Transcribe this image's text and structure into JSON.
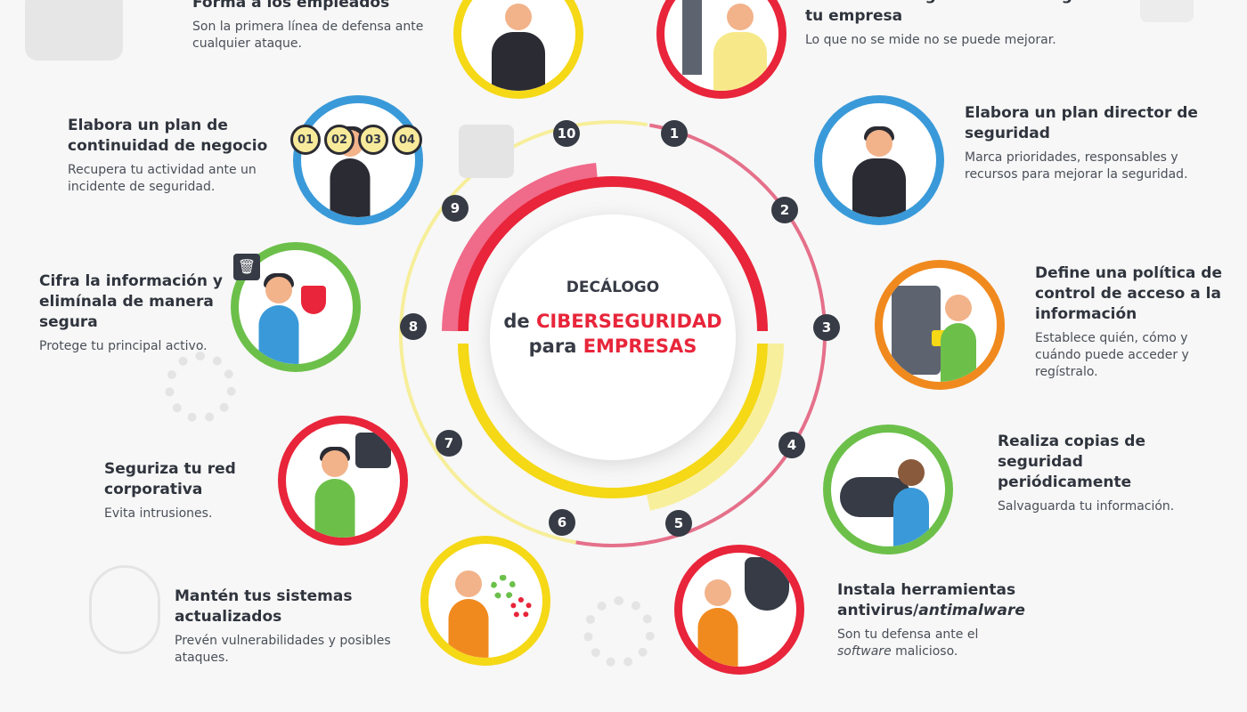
{
  "center": {
    "title": "DECÁLOGO",
    "line2_prefix": "de",
    "line2_highlight": "CIBERSEGURIDAD",
    "line3_prefix": "para",
    "line3_highlight": "EMPRESAS"
  },
  "colors": {
    "red": "#e8253a",
    "yellow": "#f5d816",
    "blue": "#3a9ad9",
    "green": "#6cc04a",
    "orange": "#f08a1e",
    "dark": "#363b45",
    "pink": "#f06a8a"
  },
  "items": [
    {
      "number": "1",
      "title": "Realiza un diagnóstico de riesgos de tu empresa",
      "text": "Lo que no se mide no se puede mejorar.",
      "ring": "red"
    },
    {
      "number": "2",
      "title": "Elabora un plan director de seguridad",
      "text": "Marca prioridades, responsables y recursos para mejorar la seguridad.",
      "ring": "blue"
    },
    {
      "number": "3",
      "title": "Define una política de control de acceso a la información",
      "text": "Establece quién, cómo y cuándo puede acceder y regístralo.",
      "ring": "orange"
    },
    {
      "number": "4",
      "title": "Realiza copias de seguridad periódicamente",
      "text": "Salvaguarda tu información.",
      "ring": "green"
    },
    {
      "number": "5",
      "title": "Instala herramientas antivirus/",
      "title_italic": "antimalware",
      "text_italic": "software",
      "text": "Son tu defensa ante el",
      "text_after": " malicioso.",
      "ring": "red"
    },
    {
      "number": "6",
      "title": "Mantén tus sistemas actualizados",
      "text": "Prevén vulnerabilidades y posibles ataques.",
      "ring": "yellow"
    },
    {
      "number": "7",
      "title": "Seguriza tu red corporativa",
      "text": "Evita intrusiones.",
      "ring": "red"
    },
    {
      "number": "8",
      "title": "Cifra la información y elimínala de manera segura",
      "text": "Protege tu principal activo.",
      "ring": "green"
    },
    {
      "number": "9",
      "title": "Elabora un plan de continuidad de negocio",
      "text": "Recupera tu actividad ante un incidente de seguridad.",
      "ring": "blue"
    },
    {
      "number": "10",
      "title": "Forma a los empleados",
      "text": "Son la primera línea de defensa ante cualquier ataque.",
      "ring": "yellow"
    }
  ],
  "plan_steps": [
    "01",
    "02",
    "03",
    "04"
  ]
}
